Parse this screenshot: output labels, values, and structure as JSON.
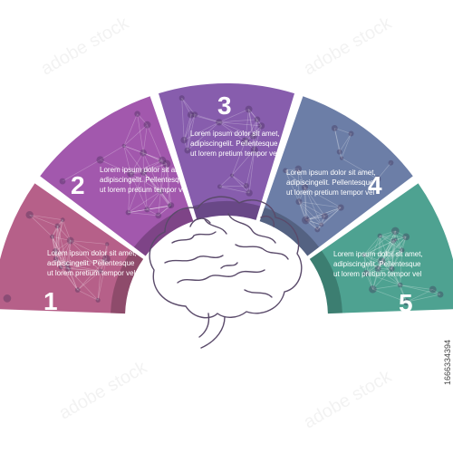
{
  "segments": [
    {
      "number": "1",
      "lines": [
        "Lorem ipsum dolor sit amet,",
        "adipiscingelit. Pellentesque",
        "ut lorem pretium tempor vel"
      ],
      "color": "#b0527f"
    },
    {
      "number": "2",
      "lines": [
        "Lorem ipsum dolor sit amet,",
        "adipiscingelit. Pellentesque",
        "ut lorem pretium tempor vel"
      ],
      "color": "#9a4aa6"
    },
    {
      "number": "3",
      "lines": [
        "Lorem ipsum dolor sit amet,",
        "adipiscingelit. Pellentesque",
        "ut lorem pretium tempor vel"
      ],
      "color": "#7d4fa6"
    },
    {
      "number": "4",
      "lines": [
        "Lorem ipsum dolor sit amet,",
        "adipiscingelit. Pellentesque",
        "ut lorem pretium tempor vel"
      ],
      "color": "#5f73a0"
    },
    {
      "number": "5",
      "lines": [
        "Lorem ipsum dolor sit amet,",
        "adipiscingelit. Pellentesque",
        "ut lorem pretium tempor vel"
      ],
      "color": "#3f9a88"
    }
  ],
  "brain": {
    "icon": "brain-icon",
    "stroke_color": "#5a4a6a"
  },
  "watermark": {
    "text": "adobe stock"
  },
  "image_id": "1666334394"
}
